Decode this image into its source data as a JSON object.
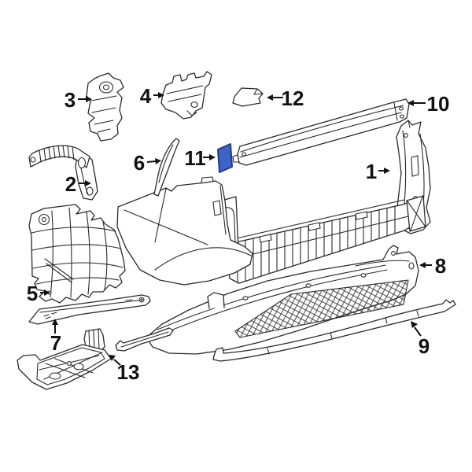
{
  "callouts": [
    {
      "label": "1"
    },
    {
      "label": "2"
    },
    {
      "label": "3"
    },
    {
      "label": "4"
    },
    {
      "label": "5"
    },
    {
      "label": "6"
    },
    {
      "label": "7"
    },
    {
      "label": "8"
    },
    {
      "label": "9"
    },
    {
      "label": "10"
    },
    {
      "label": "11"
    },
    {
      "label": "12"
    },
    {
      "label": "13"
    }
  ],
  "highlight_part": {
    "callout": "11",
    "fill": "#3d63c6",
    "stroke": "#1e3d85"
  },
  "diagram": {
    "line_color": "#2b2b2b",
    "background": "#ffffff"
  }
}
